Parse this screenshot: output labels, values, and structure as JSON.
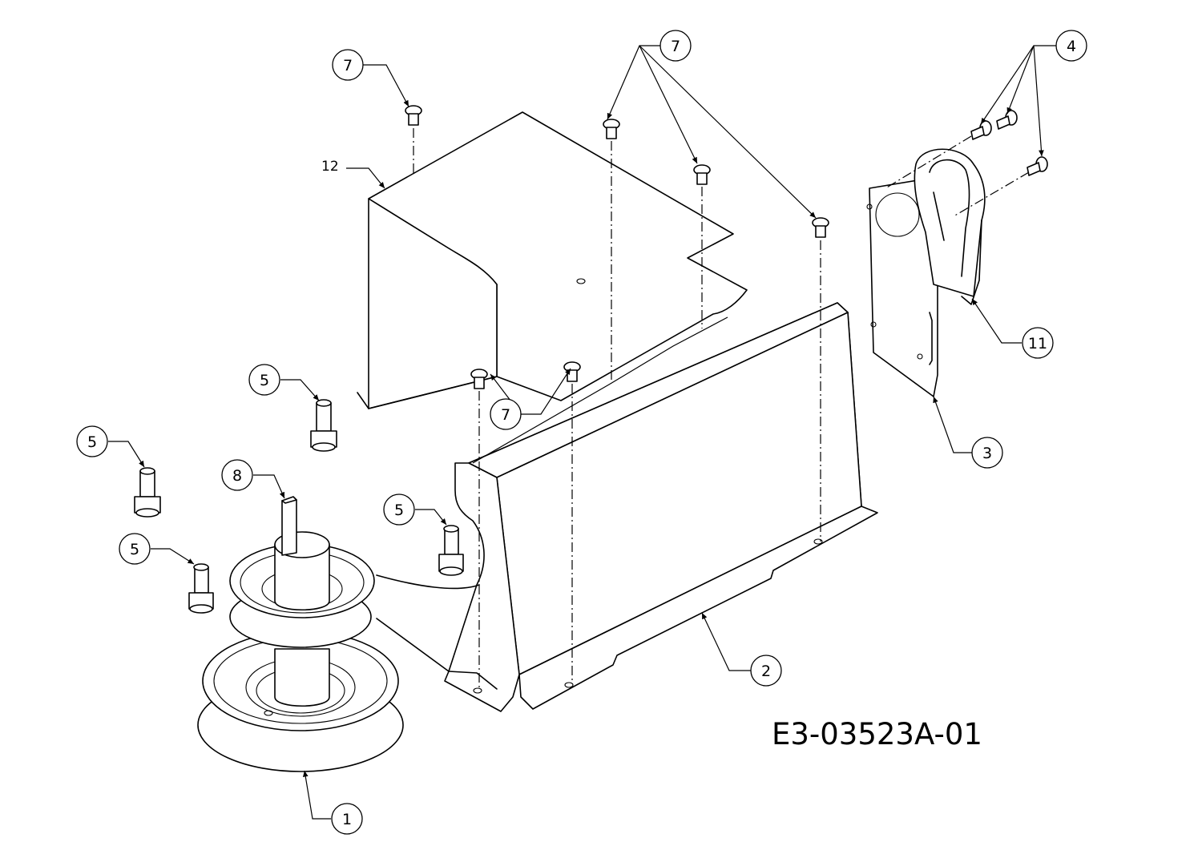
{
  "drawing_code": "E3-03523A-01",
  "callouts": {
    "c12": "12",
    "c7a": "7",
    "c7b": "7",
    "c7c": "7",
    "c4": "4",
    "c11": "11",
    "c3": "3",
    "c5a": "5",
    "c5b": "5",
    "c5c": "5",
    "c5d": "5",
    "c8": "8",
    "c2": "2",
    "c1": "1"
  }
}
